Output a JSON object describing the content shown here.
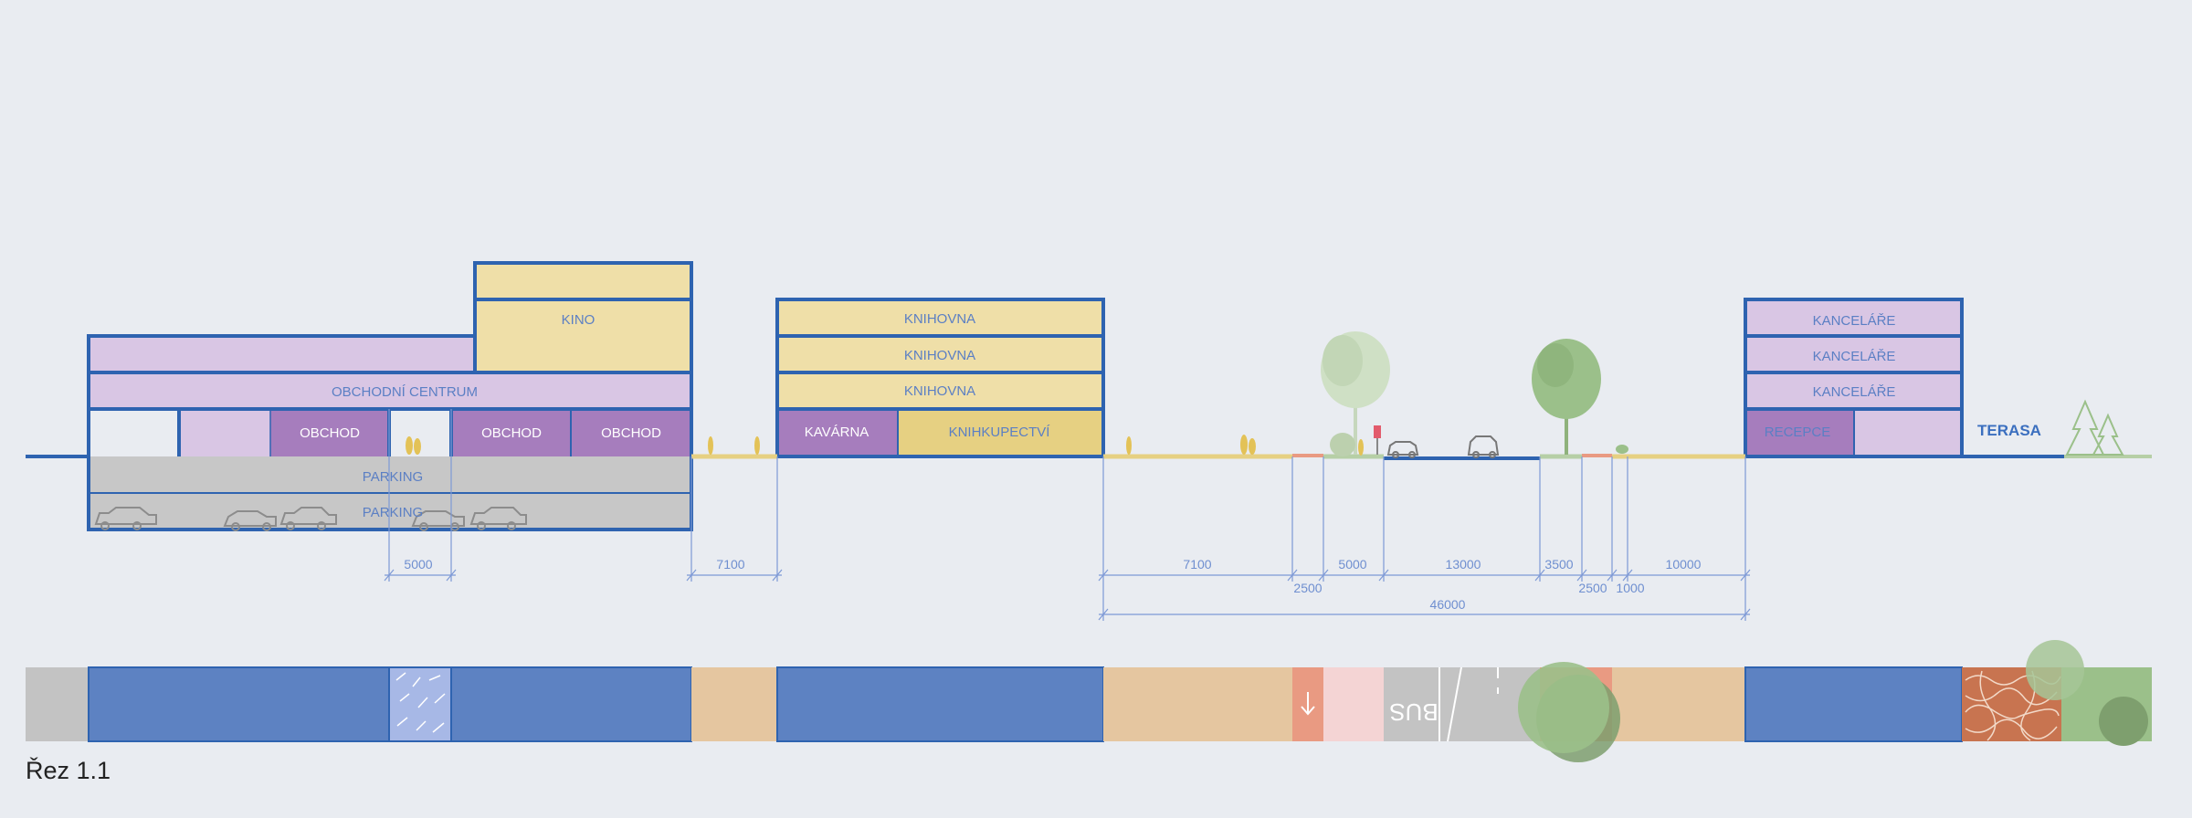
{
  "labels": {
    "kino": "KINO",
    "obchodni_centrum": "OBCHODNÍ CENTRUM",
    "obchod_1": "OBCHOD",
    "obchod_2": "OBCHOD",
    "obchod_3": "OBCHOD",
    "parking_1": "PARKING",
    "parking_2": "PARKING",
    "knihovna_1": "KNIHOVNA",
    "knihovna_2": "KNIHOVNA",
    "knihovna_3": "KNIHOVNA",
    "kavarna": "KAVÁRNA",
    "knihkupectvi": "KNIHKUPECTVÍ",
    "kancelare_1": "KANCELÁŘE",
    "kancelare_2": "KANCELÁŘE",
    "kancelare_3": "KANCELÁŘE",
    "recepce": "RECEPCE",
    "terasa": "TERASA",
    "bus_marking": "BUS"
  },
  "dimensions": {
    "d5000_a": "5000",
    "d7100_a": "7100",
    "d7100_b": "7100",
    "d5000_b": "5000",
    "d13000": "13000",
    "d3500": "3500",
    "d10000": "10000",
    "d2500_a": "2500",
    "d2500_b": "2500",
    "d1000": "1000",
    "d46000": "46000"
  },
  "caption": "Řez 1.1",
  "colors": {
    "background": "#e9ecf1",
    "outline_blue": "#2e63b0",
    "yellow": "#efdfa8",
    "yellow_dark": "#e6d082",
    "lilac": "#d9c6e4",
    "purple": "#a67dbd",
    "parking_gray": "#c7c7c7",
    "plan_blue": "#5d82c2",
    "plan_tan": "#e5c6a0",
    "plan_red": "#e99a82",
    "plan_pink": "#f4d4d4",
    "plan_gray": "#c3c3c3",
    "tree_green": "#9bc08a"
  }
}
